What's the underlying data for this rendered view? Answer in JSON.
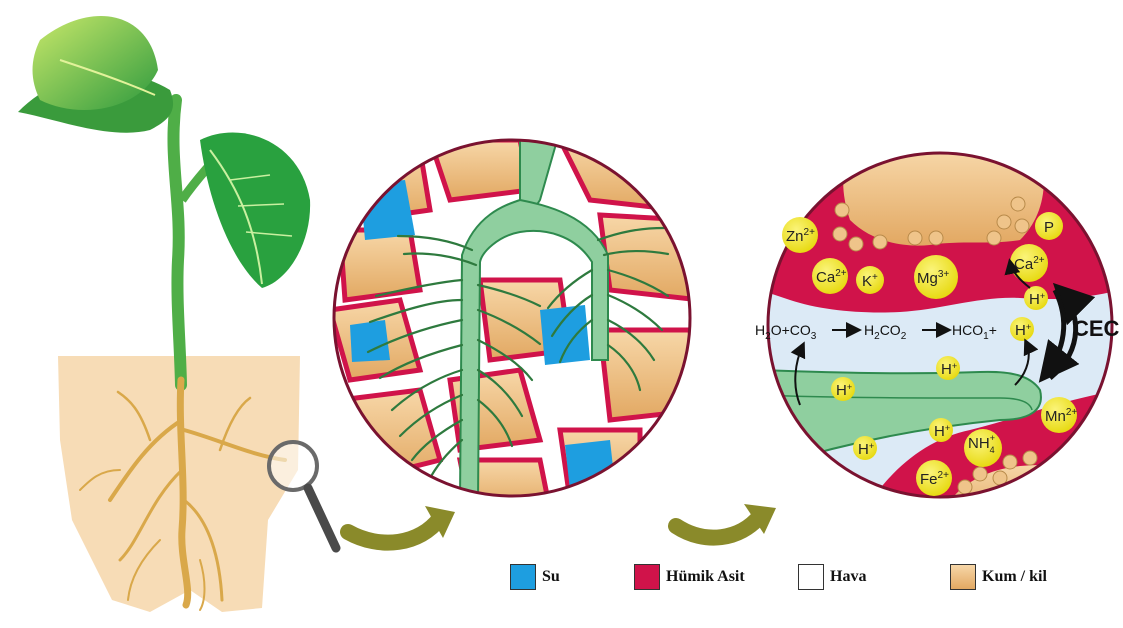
{
  "ions": {
    "zn": "Zn",
    "zn_sup": "2+",
    "p": "P",
    "ca": "Ca",
    "ca_sup": "2+",
    "k": "K",
    "k_sup": "+",
    "mg": "Mg",
    "mg_sup": "3+",
    "h": "H",
    "h_sup": "+",
    "mn": "Mn",
    "mn_sup": "2+",
    "nh": "NH",
    "nh_sub": "4",
    "nh_sup": "+",
    "fe": "Fe",
    "fe_sup": "2+"
  },
  "equation": {
    "h2o": "H",
    "h2o_sub": "2",
    "h2o_rest": "O+CO",
    "co3_sub": "3",
    "h2co2": "H",
    "h2co2_sub1": "2",
    "h2co2_mid": "CO",
    "h2co2_sub2": "2",
    "hco1": "HCO",
    "hco1_sub": "1",
    "hco1_plus": "+"
  },
  "cec_label": "CEC",
  "legend": [
    {
      "label": "Su",
      "color": "#1e9ee0"
    },
    {
      "label": "Hümik Asit",
      "color": "#d0134a"
    },
    {
      "label": "Hava",
      "color": "#ffffff"
    },
    {
      "label": "Kum / kil",
      "color": "#e8b77a"
    }
  ],
  "colors": {
    "root_green": "#8fcf9f",
    "root_dark": "#2e8a4e",
    "soil_light": "#f6dcb4",
    "sand": "#efc48a",
    "humic": "#d0134a",
    "water": "#1e9ee0",
    "ion_yellow": "#f3e82a",
    "arrow_olive": "#8a8a2a"
  }
}
